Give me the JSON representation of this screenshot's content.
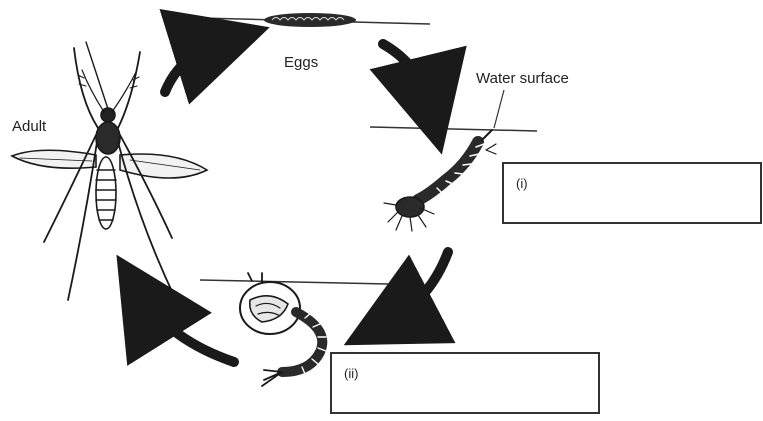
{
  "labels": {
    "adult": "Adult",
    "eggs": "Eggs",
    "water_surface": "Water surface"
  },
  "answer_boxes": {
    "larva_box": {
      "label": "(i)",
      "value": ""
    },
    "pupa_box": {
      "label": "(ii)",
      "value": ""
    }
  },
  "colors": {
    "ink": "#1a1a1a",
    "background": "#ffffff"
  }
}
